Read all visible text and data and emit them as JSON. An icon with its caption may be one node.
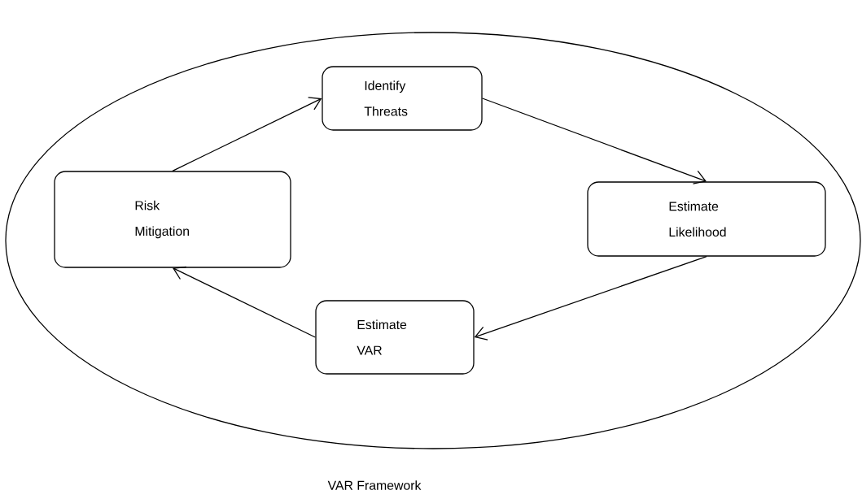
{
  "diagram": {
    "caption": "VAR Framework",
    "nodes": [
      {
        "text": [],
        "shape": "ellipse"
      },
      {
        "text": [
          "Identify Threats"
        ],
        "in": 0
      },
      {
        "text": [
          "Estimate Likelihood"
        ],
        "in": 0
      },
      {
        "text": [
          "Estimate VAR"
        ],
        "in": 0
      },
      {
        "text": [
          "Risk Mitigation"
        ],
        "in": 0
      }
    ],
    "edges": [
      {
        "from": 4,
        "to": 1,
        "arrow": "to"
      },
      {
        "from": 1,
        "to": 2,
        "arrow": "to"
      },
      {
        "from": 2,
        "to": 3,
        "arrow": "to"
      },
      {
        "from": 3,
        "to": 4,
        "arrow": "to"
      }
    ]
  }
}
